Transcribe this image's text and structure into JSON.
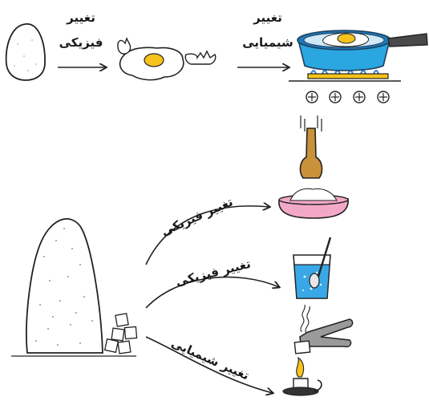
{
  "top_row": {
    "arrow1": {
      "line1": "تغییر",
      "line2": "فیزیکی"
    },
    "arrow2": {
      "line1": "تغییر",
      "line2": "شیمیایی"
    }
  },
  "branches": [
    {
      "label": "تغییر فیزیکی"
    },
    {
      "label": "تغییر فیزیکی"
    },
    {
      "label": "تغییر شیمیایی"
    }
  ],
  "colors": {
    "pan": "#2aa6e0",
    "pan_dark": "#1f77b8",
    "flame": "#2f7fd1",
    "yolk": "#f6c21c",
    "bowl": "#f4a8c8",
    "water": "#3aa8e6",
    "mortar_wood": "#c9923a"
  }
}
